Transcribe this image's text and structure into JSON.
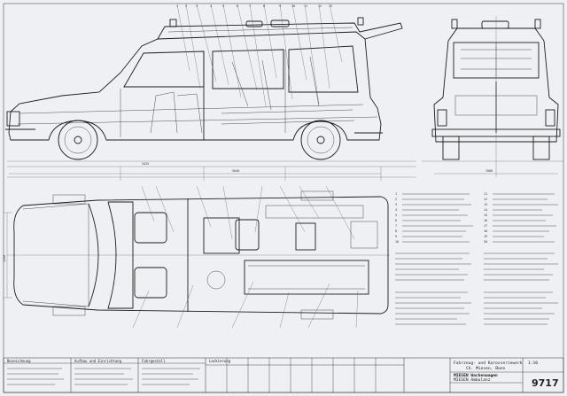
{
  "title_block": {
    "company_line1": "Fahrzeug- und Karosseriewerk",
    "company_line2": "Ch. Miesen, Bonn",
    "model_line1": "MIESEN Wachenwagen",
    "model_line2": "MIESEN Ambulanz",
    "drawing_number": "9717",
    "scale_label": "1:10"
  },
  "dimensions": {
    "overall_length": "5040",
    "body_length": "3425",
    "front_track": "1490",
    "rear_width": "1960"
  },
  "bottom_headers": [
    "Bezeichnung",
    "Aufbau und Einrichtung",
    "Fahrgestell",
    "Lackierung"
  ],
  "callout_numbers": [
    "1",
    "2",
    "3",
    "4",
    "5",
    "6",
    "7",
    "8",
    "9",
    "10",
    "11",
    "12",
    "13",
    "14",
    "15",
    "16",
    "17",
    "18",
    "19",
    "20"
  ]
}
